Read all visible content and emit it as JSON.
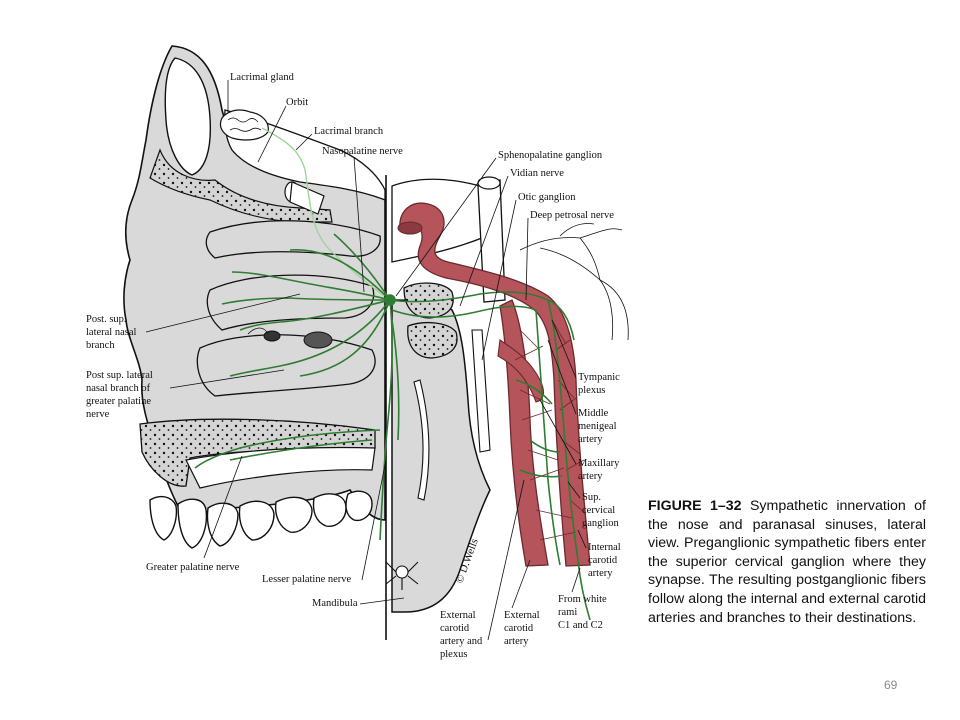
{
  "labels": {
    "lacrimal_gland": "Lacrimal gland",
    "orbit": "Orbit",
    "lacrimal_branch": "Lacrimal branch",
    "nasopalatine_nerve": "Nasopalatine nerve",
    "sphenopalatine_ganglion": "Sphenopalatine ganglion",
    "vidian_nerve": "Vidian nerve",
    "otic_ganglion": "Otic ganglion",
    "deep_petrosal_nerve": "Deep petrosal nerve",
    "post_sup_lateral_nasal_branch": [
      "Post. sup.",
      "lateral nasal",
      "branch"
    ],
    "post_sup_lateral_nasal_branch_gp": [
      "Post sup. lateral",
      "nasal branch of",
      "greater palatine",
      "nerve"
    ],
    "greater_palatine_nerve": "Greater palatine nerve",
    "lesser_palatine_nerve": "Lesser palatine nerve",
    "mandibula": "Mandibula",
    "external_carotid_artery_and_plexus": [
      "External",
      "carotid",
      "artery and",
      "plexus"
    ],
    "external_carotid_artery": [
      "External",
      "carotid",
      "artery"
    ],
    "from_white_rami": [
      "From white",
      "rami",
      "C1 and C2"
    ],
    "internal_carotid_artery": [
      "Internal",
      "carotid",
      "artery"
    ],
    "sup_cervical_ganglion": [
      "Sup.",
      "cervical",
      "ganglion"
    ],
    "maxillary_artery": [
      "Maxillary",
      "artery"
    ],
    "middle_meningeal_artery": [
      "Middle",
      "menigeal",
      "artery"
    ],
    "tympanic_plexus": [
      "Tympanic",
      "plexus"
    ]
  },
  "caption": {
    "figure_label": "FIGURE 1–32",
    "text": "Sympathetic innervation of the nose and paranasal sinuses, lateral view. Preganglionic sympathetic fibers enter the superior cervical ganglion where they synapse. The resulting postganglionic fibers follow along the internal and external carotid arteries and branches to their destinations."
  },
  "page_number": "69",
  "colors": {
    "nerve": "#2f7d32",
    "nerve_light": "#9fd49a",
    "artery": "#b5545a",
    "artery_dark": "#6b2a2e",
    "bone": "#d9d9d9",
    "ink": "#111111"
  }
}
